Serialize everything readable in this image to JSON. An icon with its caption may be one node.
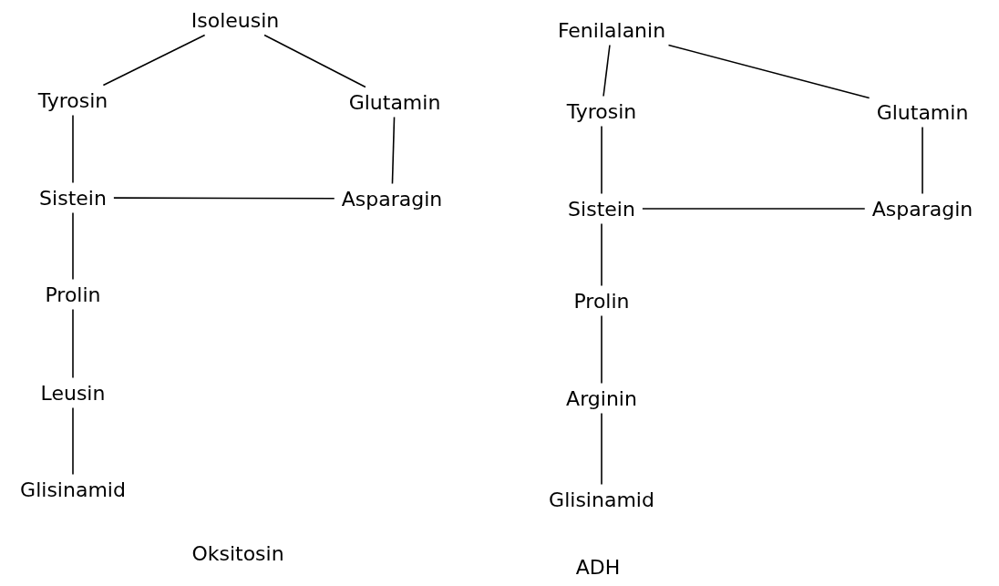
{
  "diagram": {
    "nodes": [
      {
        "text": [
          "Isoleusin"
        ]
      },
      {
        "text": [
          "Tyrosin"
        ]
      },
      {
        "text": [
          "Glutamin"
        ]
      },
      {
        "text": [
          "Sistein"
        ]
      },
      {
        "text": [
          "Asparagin"
        ]
      },
      {
        "text": [
          "Prolin"
        ]
      },
      {
        "text": [
          "Leusin"
        ]
      },
      {
        "text": [
          "Glisinamid"
        ]
      },
      {
        "text": [
          "Fenilalanin"
        ]
      },
      {
        "text": [
          "Tyrosin"
        ]
      },
      {
        "text": [
          "Glutamin"
        ]
      },
      {
        "text": [
          "Sistein"
        ]
      },
      {
        "text": [
          "Asparagin"
        ]
      },
      {
        "text": [
          "Prolin"
        ]
      },
      {
        "text": [
          "Arginin"
        ]
      },
      {
        "text": [
          "Glisinamid"
        ]
      }
    ],
    "edges": [
      {
        "from": 0,
        "to": 1,
        "arrow": "none"
      },
      {
        "from": 0,
        "to": 2,
        "arrow": "none"
      },
      {
        "from": 1,
        "to": 3,
        "arrow": "none"
      },
      {
        "from": 2,
        "to": 4,
        "arrow": "none"
      },
      {
        "from": 3,
        "to": 4,
        "arrow": "none"
      },
      {
        "from": 3,
        "to": 5,
        "arrow": "none"
      },
      {
        "from": 5,
        "to": 6,
        "arrow": "none"
      },
      {
        "from": 6,
        "to": 7,
        "arrow": "none"
      },
      {
        "from": 8,
        "to": 9,
        "arrow": "none"
      },
      {
        "from": 8,
        "to": 10,
        "arrow": "none"
      },
      {
        "from": 9,
        "to": 11,
        "arrow": "none"
      },
      {
        "from": 10,
        "to": 12,
        "arrow": "none"
      },
      {
        "from": 11,
        "to": 12,
        "arrow": "none"
      },
      {
        "from": 11,
        "to": 13,
        "arrow": "none"
      },
      {
        "from": 13,
        "to": 14,
        "arrow": "none"
      },
      {
        "from": 14,
        "to": 15,
        "arrow": "none"
      }
    ],
    "labels": [
      "Oksitosin",
      "ADH"
    ]
  }
}
